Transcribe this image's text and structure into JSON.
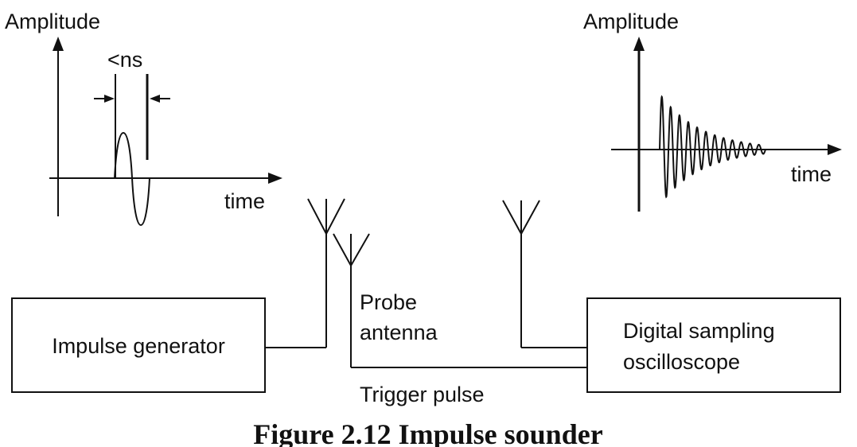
{
  "left_plot": {
    "y_label": "Amplitude",
    "x_label": "time",
    "width_label": "<ns"
  },
  "right_plot": {
    "y_label": "Amplitude",
    "x_label": "time"
  },
  "blocks": {
    "impulse_generator": "Impulse generator",
    "oscilloscope_line1": "Digital sampling",
    "oscilloscope_line2": "oscilloscope"
  },
  "labels": {
    "probe_line1": "Probe",
    "probe_line2": "antenna",
    "trigger": "Trigger pulse"
  },
  "caption": "Figure 2.12 Impulse sounder",
  "colors": {
    "ink": "#111111",
    "background": "#ffffff"
  }
}
